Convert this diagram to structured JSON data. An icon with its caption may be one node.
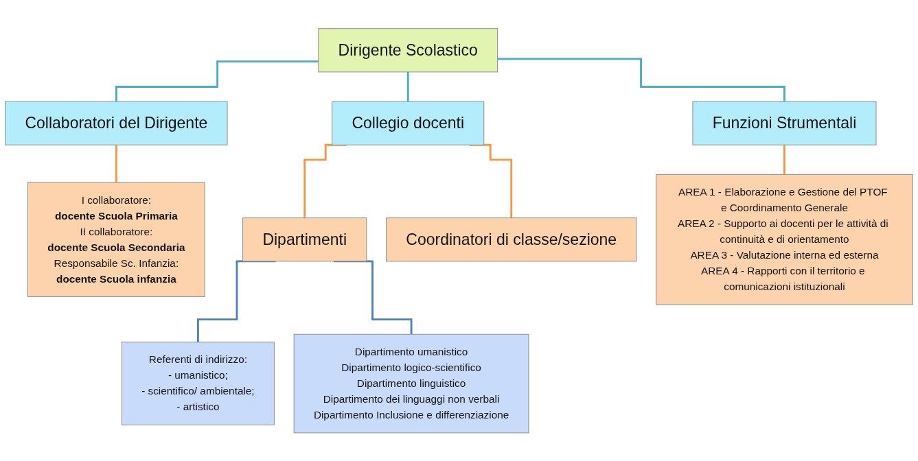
{
  "diagram": {
    "nodes": [
      {
        "text": [
          "Dirigente Scolastico"
        ]
      },
      {
        "text": [
          "Collaboratori del Dirigente"
        ]
      },
      {
        "text": [
          "Collegio docenti"
        ]
      },
      {
        "text": [
          "Funzioni Strumentali"
        ]
      },
      {
        "text": [
          "I collaboratore:",
          "docente Scuola Primaria",
          "II collaboratore:",
          "docente Scuola Secondaria",
          "Responsabile Sc. Infanzia:",
          "docente Scuola infanzia"
        ]
      },
      {
        "text": [
          "Dipartimenti"
        ]
      },
      {
        "text": [
          "Coordinatori di classe/sezione"
        ]
      },
      {
        "text": [
          "AREA 1 - Elaborazione e Gestione del PTOF e Coordinamento Generale",
          "AREA 2 - Supporto ai docenti per le attività di continuità e di orientamento",
          "AREA 3 - Valutazione interna ed esterna",
          "AREA 4 - Rapporti con il territorio e comunicazioni istituzionali"
        ]
      },
      {
        "text": [
          "Referenti di indirizzo:",
          "- umanistico;",
          "- scientifico/ ambientale;",
          "- artistico"
        ]
      },
      {
        "text": [
          "Dipartimento umanistico",
          "Dipartimento logico-scientifico",
          "Dipartimento linguistico",
          "Dipartimento dei linguaggi non verbali",
          "Dipartimento Inclusione e differenziazione"
        ]
      }
    ],
    "edges": [
      {
        "from": 0,
        "to": 1,
        "arrow": "none",
        "color": "#4bacc6"
      },
      {
        "from": 0,
        "to": 2,
        "arrow": "none",
        "color": "#4bacc6"
      },
      {
        "from": 0,
        "to": 3,
        "arrow": "none",
        "color": "#4bacc6"
      },
      {
        "from": 1,
        "to": 4,
        "arrow": "none"
      },
      {
        "from": 2,
        "to": 5,
        "arrow": "none"
      },
      {
        "from": 2,
        "to": 6,
        "arrow": "none"
      },
      {
        "from": 3,
        "to": 7,
        "arrow": "none"
      },
      {
        "from": 5,
        "to": 8,
        "arrow": "none",
        "color": "#4f81bd"
      },
      {
        "from": 5,
        "to": 9,
        "arrow": "none",
        "color": "#4f81bd"
      }
    ]
  }
}
